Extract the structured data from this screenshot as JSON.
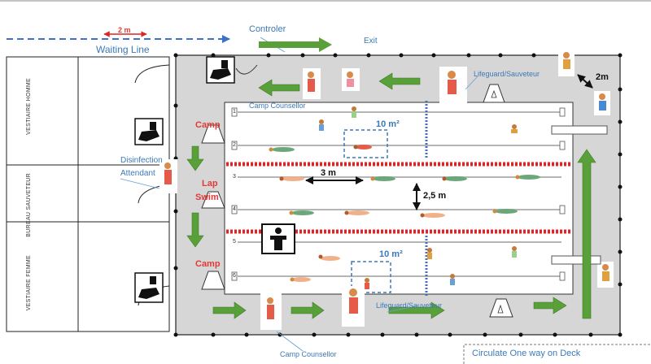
{
  "top": {
    "distance_label": "2 m",
    "waiting_line": "Waiting Line",
    "controller": "Controler",
    "exit": "Exit"
  },
  "rooms": {
    "top": "VESTIAIRE HOMME",
    "middle": "BUREAU SAUVETEUR",
    "bottom": "VESTIAIRE FEMME"
  },
  "labels": {
    "disinfection": "Disinfection",
    "attendant": "Attendant",
    "camp_counsellor_top": "Camp Counsellor",
    "camp_counsellor_bottom": "Camp Counsellor",
    "lifeguard_top": "Lifeguard/Sauveteur",
    "lifeguard_bottom": "Lifeguard/Sauveteur",
    "corner_distance": "2m",
    "area_top": "10 m²",
    "area_bottom": "10 m²",
    "lane_spacing": "3 m",
    "lane_width": "2,5 m",
    "camp_top": "Camp",
    "lap_swim_1": "Lap",
    "lap_swim_2": "Swim",
    "camp_bottom": "Camp",
    "circulate": "Circulate One way on Deck"
  },
  "lane_numbers": [
    "1",
    "2",
    "3",
    "4",
    "5",
    "6"
  ],
  "colors": {
    "arrow_green": "#5aa03a",
    "deck_gray": "#d6d6d6",
    "rope_red": "#e02424",
    "divider_blue": "#4a6fb5",
    "text_blue": "#3b79b7",
    "red_text": "#e23a36"
  }
}
